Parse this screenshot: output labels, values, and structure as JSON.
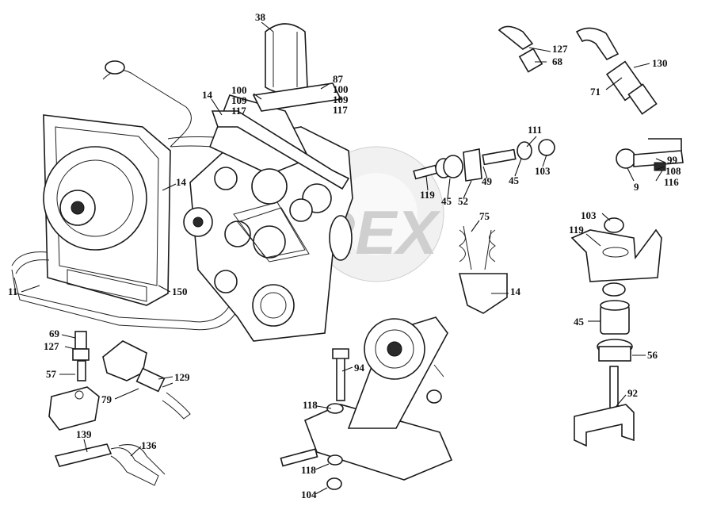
{
  "watermark": "REX",
  "labels": {
    "l38": "38",
    "l127a": "127",
    "l68": "68",
    "l130": "130",
    "l71": "71",
    "l100a": "100",
    "l109a": "109",
    "l117a": "117",
    "l87": "87",
    "l100b": "100",
    "l109b": "109",
    "l117b": "117",
    "l14a": "14",
    "l14b": "14",
    "l14c": "14",
    "l111": "111",
    "l103a": "103",
    "l49": "49",
    "l45a": "45",
    "l119a": "119",
    "l45b": "45",
    "l52": "52",
    "l75": "75",
    "l99": "99",
    "l108": "108",
    "l116": "116",
    "l9": "9",
    "l103b": "103",
    "l119b": "119",
    "l11": "11",
    "l150": "150",
    "l69": "69",
    "l127b": "127",
    "l57": "57",
    "l129": "129",
    "l79": "79",
    "l94": "94",
    "l118a": "118",
    "l118b": "118",
    "l104": "104",
    "l45c": "45",
    "l56": "56",
    "l92": "92",
    "l139": "139",
    "l136": "136"
  }
}
